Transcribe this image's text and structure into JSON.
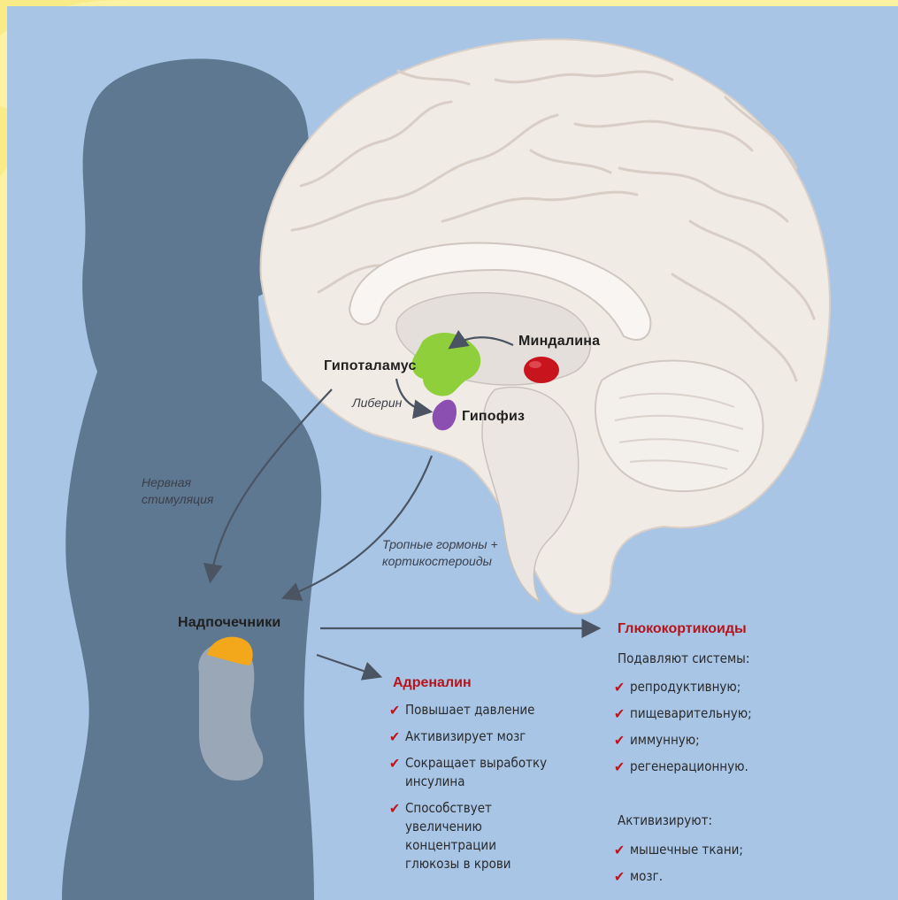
{
  "labels": {
    "amygdala": "Миндалина",
    "hypothalamus": "Гипоталамус",
    "liberin": "Либерин",
    "pituitary": "Гипофиз",
    "nerve_stim": "Нервная стимуляция",
    "tropic": "Тропные гормоны + кортикостероиды",
    "adrenal": "Надпочечники"
  },
  "adrenaline": {
    "title": "Адреналин",
    "items": [
      "Повышает давление",
      "Активизирует мозг",
      "Сокращает выработку инсулина",
      "Способствует увеличению концентрации глюкозы в крови"
    ]
  },
  "glucocorticoids": {
    "title": "Глюкокортикоиды",
    "suppress_heading": "Подавляют системы:",
    "suppress_items": [
      "репродуктивную;",
      "пищеварительную;",
      "иммунную;",
      "регенерационную."
    ],
    "activate_heading": "Активизируют:",
    "activate_items": [
      "мышечные ткани;",
      "мозг."
    ]
  },
  "colors": {
    "background": "#a8c5e6",
    "silhouette": "#5f7891",
    "brain": "#f1ebe6",
    "hypothalamus": "#8fcf3c",
    "pituitary": "#8a4fb0",
    "amygdala": "#c8141c",
    "adrenal": "#f3a71b",
    "kidney": "#9aa7b6",
    "accent_red": "#b4141b"
  }
}
